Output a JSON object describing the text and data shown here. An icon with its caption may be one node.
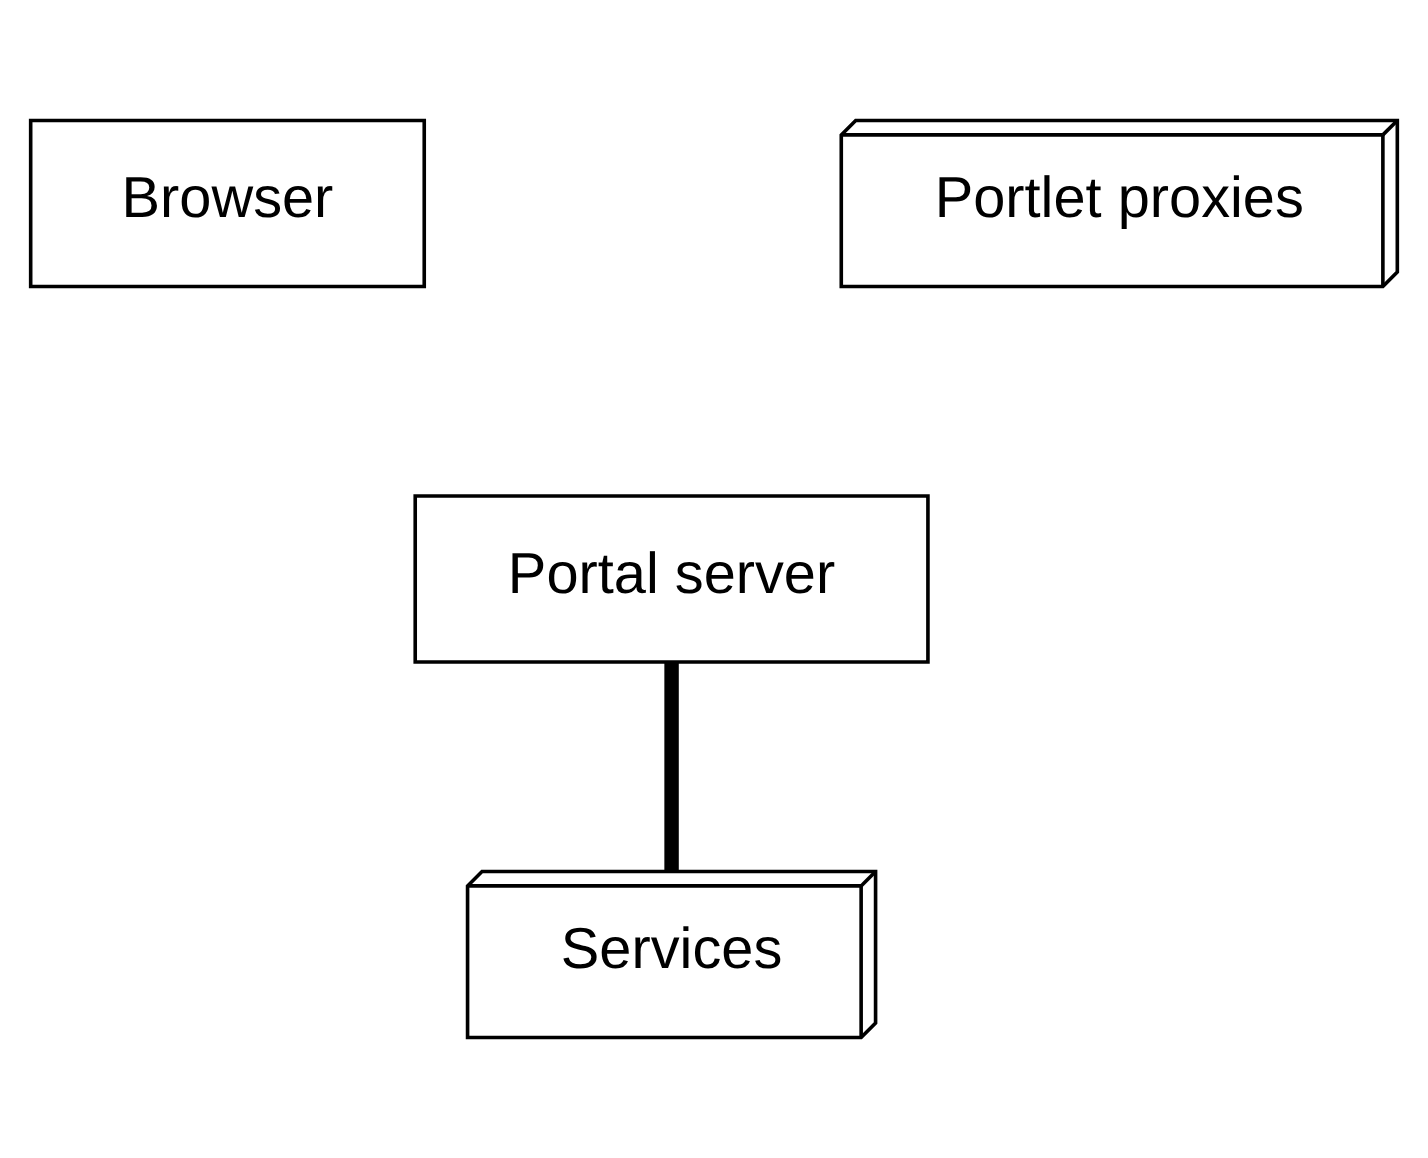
{
  "diagram": {
    "nodes": [
      {
        "text": [
          "Browser"
        ]
      },
      {
        "text": [
          "Portlet proxies"
        ]
      },
      {
        "text": [
          "Portal server"
        ]
      },
      {
        "text": [
          "Services"
        ]
      }
    ],
    "edges": [
      {
        "from": 2,
        "to": 3,
        "arrow": "none"
      }
    ]
  }
}
